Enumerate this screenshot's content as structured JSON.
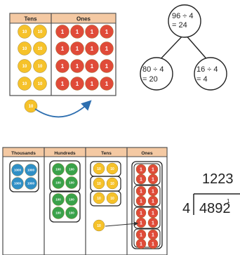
{
  "place_value_chart_top": {
    "headers": [
      "Tens",
      "Ones"
    ],
    "counters": {
      "tens_label": "10",
      "ones_label": "1",
      "tens_count": 8,
      "ones_count": 16,
      "moving_counter_label": "10"
    }
  },
  "partition_diagram": {
    "whole": [
      "96 ÷ 4",
      "= 24"
    ],
    "part_left": [
      "80 ÷ 4",
      "= 20"
    ],
    "part_right": [
      "16 ÷ 4",
      "= 4"
    ]
  },
  "place_value_chart_bottom": {
    "headers": [
      "Thousands",
      "Hundreds",
      "Tens",
      "Ones"
    ],
    "counter_labels": {
      "thousands": "1000",
      "hundreds": "100",
      "tens": "10",
      "ones": "1"
    }
  },
  "short_division": {
    "quotient": "1223",
    "divisor": "4",
    "dividend": "4892",
    "carry_digit": "1"
  },
  "colors": {
    "header_fill": "#f4c9a3",
    "tens_counter": "#f6c22a",
    "ones_counter": "#e04b39",
    "hundreds_counter": "#3aa24a",
    "thousands_counter": "#2f8fc6",
    "arrow": "#2e6fb0"
  }
}
